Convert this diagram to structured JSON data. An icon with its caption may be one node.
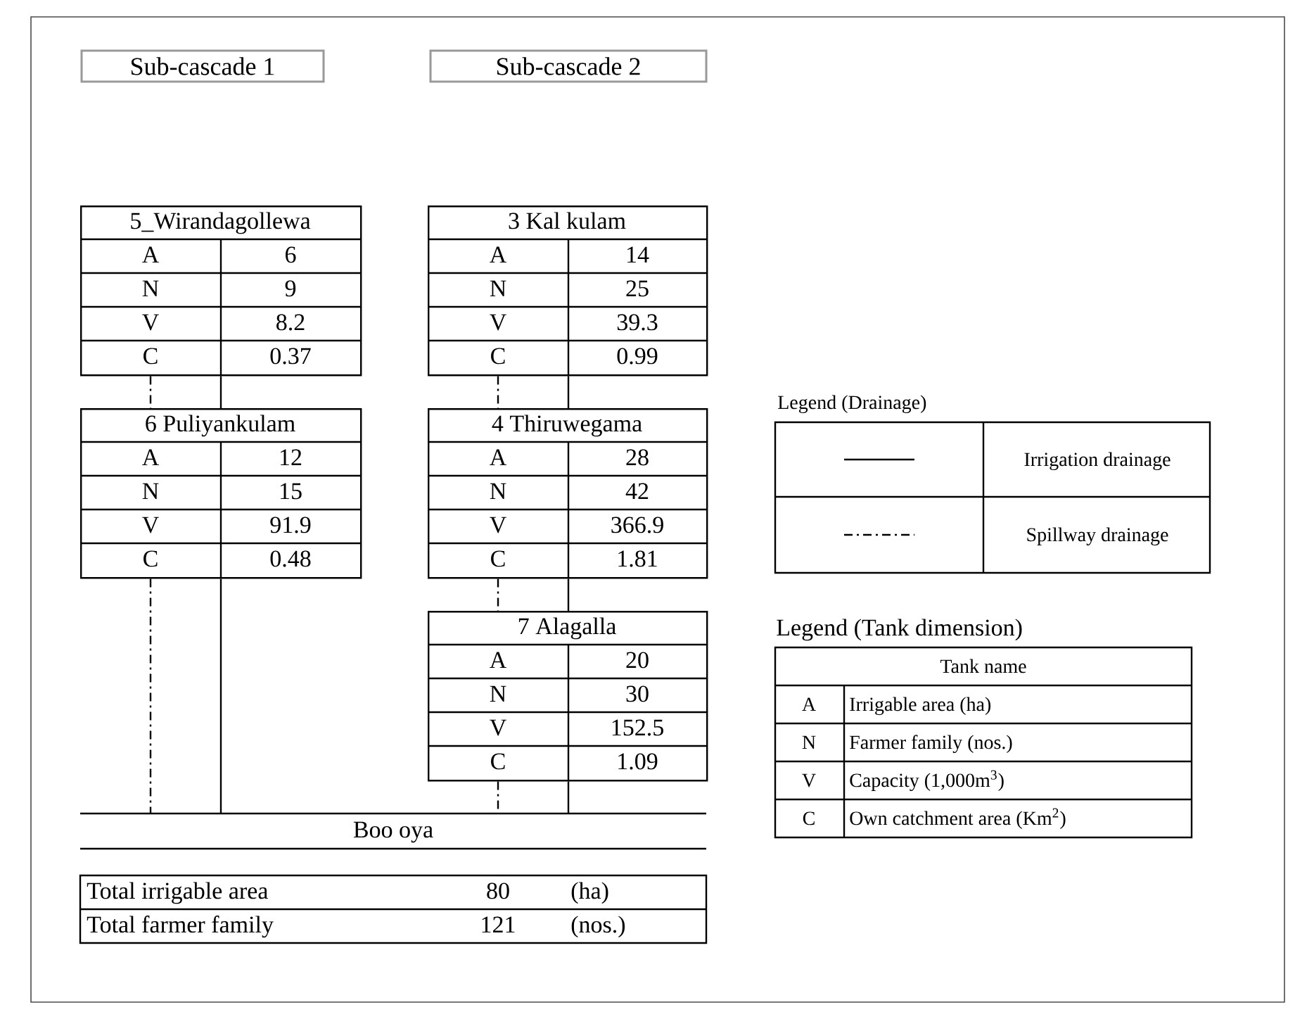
{
  "diagram": {
    "nodes": [
      {
        "text": [
          "Sub-cascade 1"
        ]
      },
      {
        "text": [
          "Sub-cascade 2"
        ]
      },
      {
        "text": [
          "5_Wirandagollewa",
          "A",
          "6",
          "N",
          "9",
          "V",
          "8.2",
          "C",
          "0.37"
        ]
      },
      {
        "text": [
          "3  Kal kulam",
          "A",
          "14",
          "N",
          "25",
          "V",
          "39.3",
          "C",
          "0.99"
        ]
      },
      {
        "text": [
          "6  Puliyankulam",
          "A",
          "12",
          "N",
          "15",
          "V",
          "91.9",
          "C",
          "0.48"
        ]
      },
      {
        "text": [
          "4  Thiruwegama",
          "A",
          "28",
          "N",
          "42",
          "V",
          "366.9",
          "C",
          "1.81"
        ]
      },
      {
        "text": [
          "7  Alagalla",
          "A",
          "20",
          "N",
          "30",
          "V",
          "152.5",
          "C",
          "1.09"
        ]
      },
      {
        "text": [
          "Boo oya"
        ]
      }
    ],
    "edges": [
      {
        "from": 2,
        "to": 4,
        "arrow": "none",
        "style": "dashed"
      },
      {
        "from": 2,
        "to": 4,
        "arrow": "none"
      },
      {
        "from": 3,
        "to": 5,
        "arrow": "none",
        "style": "dashed"
      },
      {
        "from": 3,
        "to": 5,
        "arrow": "none"
      },
      {
        "from": 4,
        "to": 7,
        "arrow": "none",
        "style": "dashed"
      },
      {
        "from": 4,
        "to": 7,
        "arrow": "none"
      },
      {
        "from": 5,
        "to": 6,
        "arrow": "none",
        "style": "dashed"
      },
      {
        "from": 5,
        "to": 6,
        "arrow": "none"
      },
      {
        "from": 6,
        "to": 7,
        "arrow": "none",
        "style": "dashed"
      },
      {
        "from": 6,
        "to": 7,
        "arrow": "none"
      }
    ],
    "labels": [
      "Legend (Drainage)",
      "Legend (Tank dimension)",
      "Tank name",
      "A",
      "Irrigable area (ha)",
      "N",
      "Farmer family (nos.)",
      "V",
      "Capacity (1,000m$^{3}$)",
      "C",
      "Own catchment area (Km$^{2}$)",
      "Total irrigable area",
      "80",
      "(ha)",
      "Total farmer family",
      "121",
      "(nos.)"
    ],
    "legend": [
      {
        "text": "Irrigation drainage"
      },
      {
        "text": "Spillway drainage"
      }
    ]
  }
}
